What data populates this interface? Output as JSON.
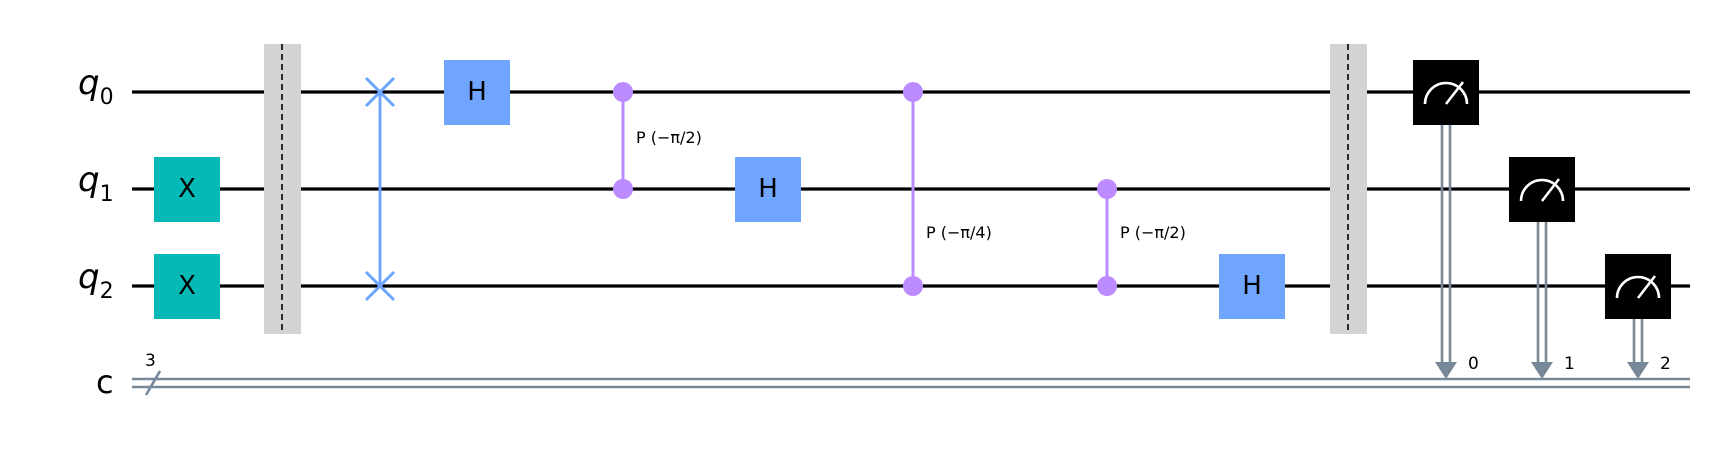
{
  "circuit": {
    "qubits": [
      {
        "name": "q",
        "index": "0"
      },
      {
        "name": "q",
        "index": "1"
      },
      {
        "name": "q",
        "index": "2"
      }
    ],
    "classical": {
      "name": "c",
      "size": "3"
    },
    "gates": [
      {
        "type": "X",
        "label": "X",
        "qubit": 1
      },
      {
        "type": "X",
        "label": "X",
        "qubit": 2
      },
      {
        "type": "barrier"
      },
      {
        "type": "swap",
        "qubits": [
          0,
          2
        ]
      },
      {
        "type": "H",
        "label": "H",
        "qubit": 0
      },
      {
        "type": "cp",
        "qubits": [
          0,
          1
        ],
        "label": "P (−π/2)"
      },
      {
        "type": "H",
        "label": "H",
        "qubit": 1
      },
      {
        "type": "cp",
        "qubits": [
          0,
          2
        ],
        "label": "P (−π/4)"
      },
      {
        "type": "cp",
        "qubits": [
          1,
          2
        ],
        "label": "P (−π/2)"
      },
      {
        "type": "H",
        "label": "H",
        "qubit": 2
      },
      {
        "type": "barrier"
      },
      {
        "type": "measure",
        "qubit": 0,
        "clbit": "0"
      },
      {
        "type": "measure",
        "qubit": 1,
        "clbit": "1"
      },
      {
        "type": "measure",
        "qubit": 2,
        "clbit": "2"
      }
    ],
    "colors": {
      "x_gate": "#05BAB6",
      "h_gate": "#6FA4FF",
      "swap": "#6FA4FF",
      "cp": "#BB8BFF",
      "barrier": "#D3D3D3",
      "measure": "#000000",
      "classical_wire": "#778899"
    }
  }
}
